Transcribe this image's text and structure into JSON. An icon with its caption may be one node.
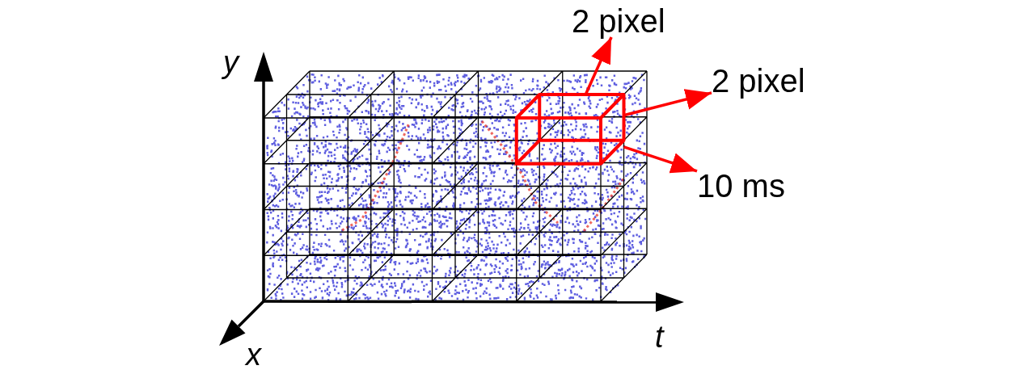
{
  "diagram": {
    "nodes": [
      {
        "text": [
          "2 pixel"
        ]
      },
      {
        "text": [
          "2 pixel"
        ]
      },
      {
        "text": [],
        "shape": "box"
      },
      {
        "text": [
          "10 ms"
        ]
      }
    ],
    "edges": [
      {
        "from": 2,
        "to": 0,
        "arrow": "to"
      },
      {
        "from": 2,
        "to": 1,
        "arrow": "to"
      },
      {
        "from": 2,
        "to": 3,
        "arrow": "to"
      }
    ],
    "labels": [
      "y",
      "t",
      "x"
    ]
  }
}
